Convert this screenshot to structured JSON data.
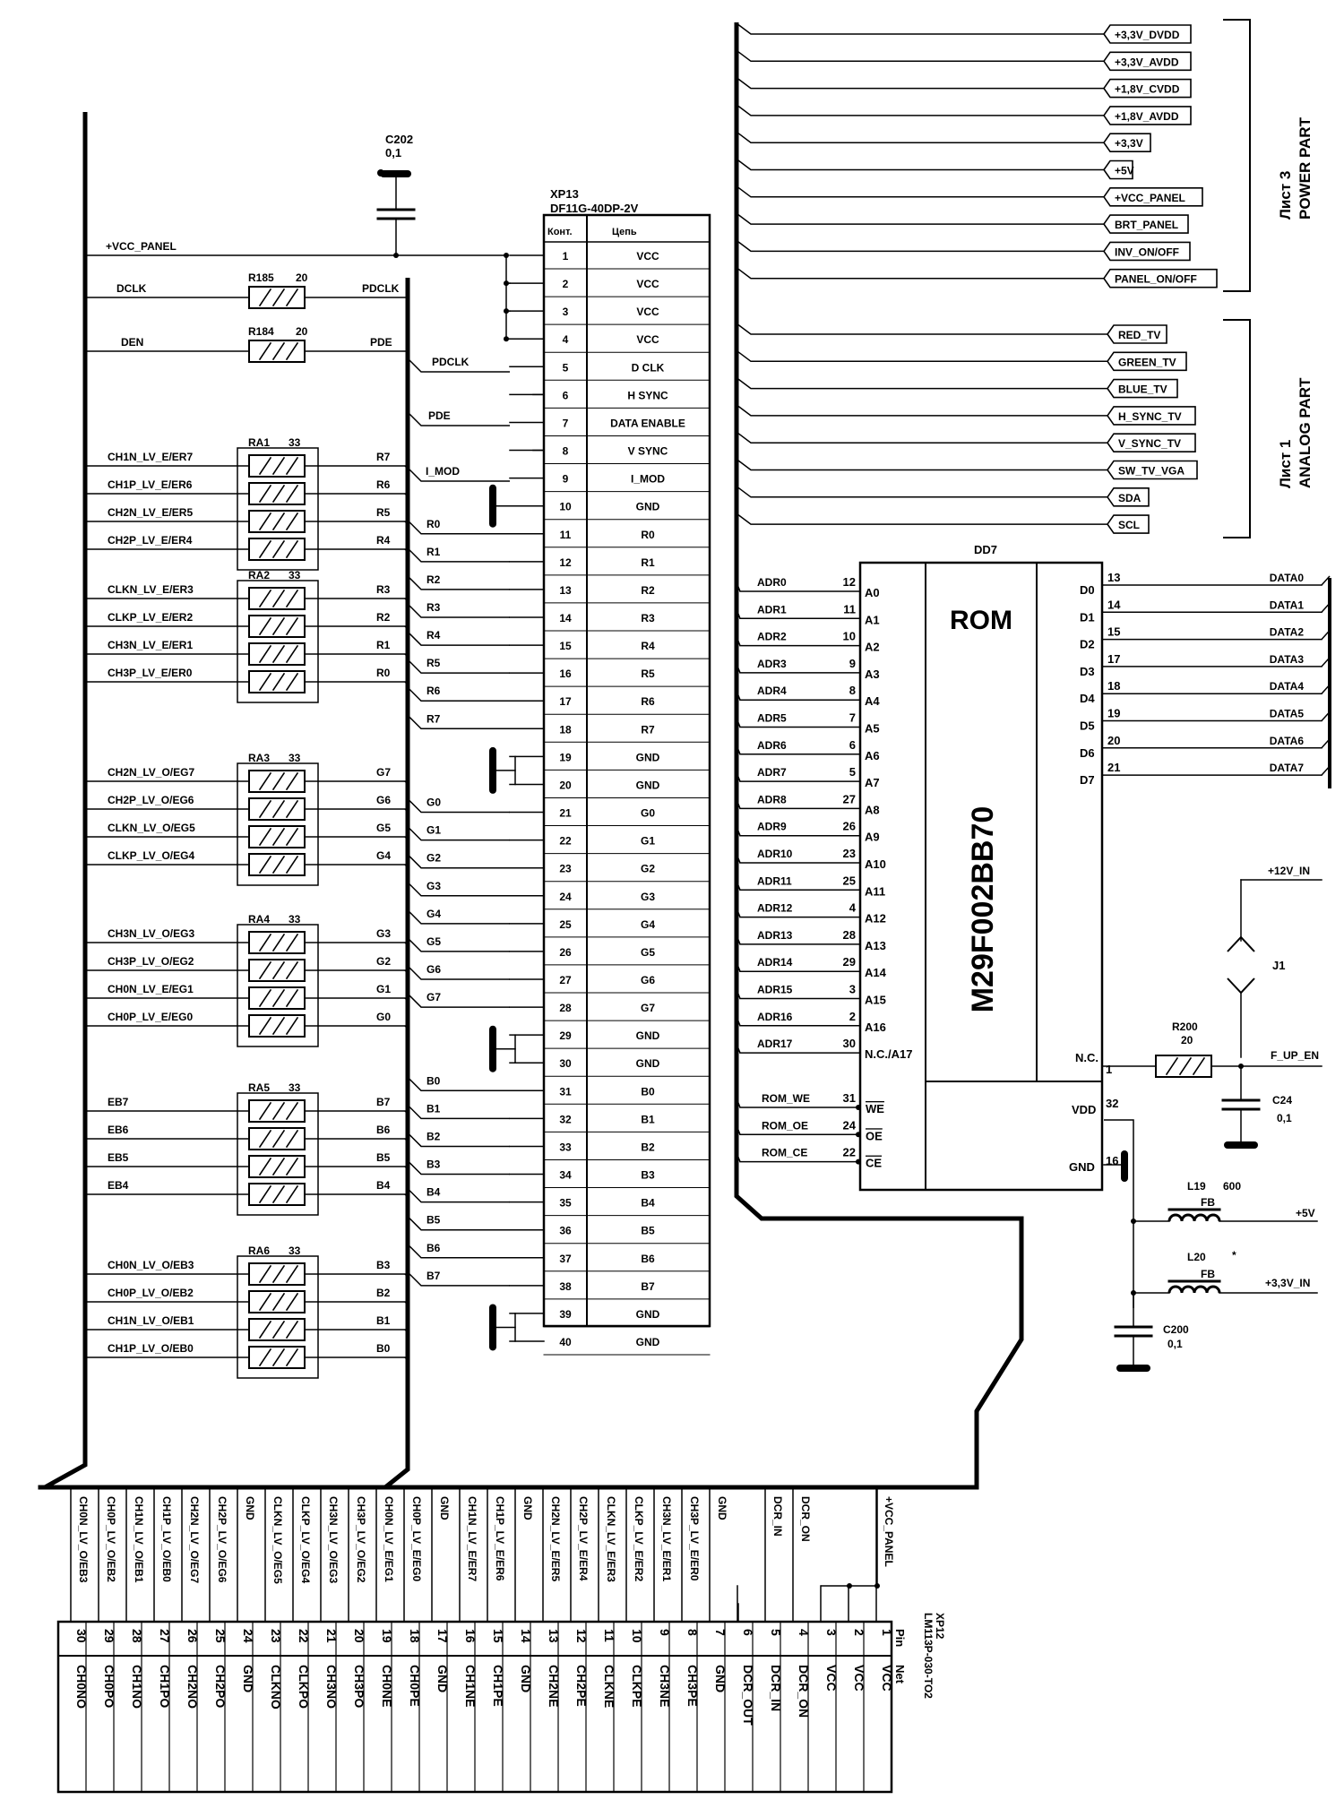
{
  "power_labels": [
    "+3,3V_DVDD",
    "+3,3V_AVDD",
    "+1,8V_CVDD",
    "+1,8V_AVDD",
    "+3,3V",
    "+5V",
    "+VCC_PANEL",
    "BRT_PANEL",
    "INV_ON/OFF",
    "PANEL_ON/OFF"
  ],
  "power_group": [
    "Лист 3",
    "POWER PART"
  ],
  "analog_labels": [
    "RED_TV",
    "GREEN_TV",
    "BLUE_TV",
    "H_SYNC_TV",
    "V_SYNC_TV",
    "SW_TV_VGA",
    "SDA",
    "SCL"
  ],
  "analog_group": [
    "Лист 1",
    "ANALOG PART"
  ],
  "c202": {
    "ref": "C202",
    "value": "0,1"
  },
  "xp13": {
    "ref": "XP13",
    "type": "DF11G-40DP-2V",
    "head_pin": "Конт.",
    "head_net": "Цепь",
    "pins": [
      "VCC",
      "VCC",
      "VCC",
      "VCC",
      "D CLK",
      "H SYNC",
      "DATA ENABLE",
      "V SYNC",
      "I_MOD",
      "GND",
      "R0",
      "R1",
      "R2",
      "R3",
      "R4",
      "R5",
      "R6",
      "R7",
      "GND",
      "GND",
      "G0",
      "G1",
      "G2",
      "G3",
      "G4",
      "G5",
      "G6",
      "G7",
      "GND",
      "GND",
      "B0",
      "B1",
      "B2",
      "B3",
      "B4",
      "B5",
      "B6",
      "B7",
      "GND",
      "GND"
    ],
    "pin_numbers": [
      "1",
      "2",
      "3",
      "4",
      "5",
      "6",
      "7",
      "8",
      "9",
      "10",
      "11",
      "12",
      "13",
      "14",
      "15",
      "16",
      "17",
      "18",
      "19",
      "20",
      "21",
      "22",
      "23",
      "24",
      "25",
      "26",
      "27",
      "28",
      "29",
      "30",
      "31",
      "32",
      "33",
      "34",
      "35",
      "36",
      "37",
      "38",
      "39",
      "40"
    ]
  },
  "left_nets": {
    "vcc_panel": "+VCC_PANEL",
    "dclk": "DCLK",
    "den": "DEN",
    "pdclk": "PDCLK",
    "pde": "PDE",
    "pdclk2": "PDCLK",
    "pde2": "PDE",
    "imod": "I_MOD"
  },
  "resistors": [
    {
      "ref": "R185",
      "value": "20"
    },
    {
      "ref": "R184",
      "value": "20"
    }
  ],
  "arrays": [
    {
      "ref": "RA1",
      "value": "33",
      "in": [
        "CH1N_LV_E/ER7",
        "CH1P_LV_E/ER6",
        "CH2N_LV_E/ER5",
        "CH2P_LV_E/ER4"
      ],
      "out": [
        "R7",
        "R6",
        "R5",
        "R4"
      ]
    },
    {
      "ref": "RA2",
      "value": "33",
      "in": [
        "CLKN_LV_E/ER3",
        "CLKP_LV_E/ER2",
        "CH3N_LV_E/ER1",
        "CH3P_LV_E/ER0"
      ],
      "out": [
        "R3",
        "R2",
        "R1",
        "R0"
      ]
    },
    {
      "ref": "RA3",
      "value": "33",
      "in": [
        "CH2N_LV_O/EG7",
        "CH2P_LV_O/EG6",
        "CLKN_LV_O/EG5",
        "CLKP_LV_O/EG4"
      ],
      "out": [
        "G7",
        "G6",
        "G5",
        "G4"
      ]
    },
    {
      "ref": "RA4",
      "value": "33",
      "in": [
        "CH3N_LV_O/EG3",
        "CH3P_LV_O/EG2",
        "CH0N_LV_E/EG1",
        "CH0P_LV_E/EG0"
      ],
      "out": [
        "G3",
        "G2",
        "G1",
        "G0"
      ]
    },
    {
      "ref": "RA5",
      "value": "33",
      "in": [
        "EB7",
        "EB6",
        "EB5",
        "EB4"
      ],
      "out": [
        "B7",
        "B6",
        "B5",
        "B4"
      ]
    },
    {
      "ref": "RA6",
      "value": "33",
      "in": [
        "CH0N_LV_O/EB3",
        "CH0P_LV_O/EB2",
        "CH1N_LV_O/EB1",
        "CH1P_LV_O/EB0"
      ],
      "out": [
        "B3",
        "B2",
        "B1",
        "B0"
      ]
    }
  ],
  "mid_nets": [
    "R0",
    "R1",
    "R2",
    "R3",
    "R4",
    "R5",
    "R6",
    "R7",
    "G0",
    "G1",
    "G2",
    "G3",
    "G4",
    "G5",
    "G6",
    "G7",
    "B0",
    "B1",
    "B2",
    "B3",
    "B4",
    "B5",
    "B6",
    "B7"
  ],
  "rom": {
    "ref": "DD7",
    "title": "ROM",
    "part": "M29F002BB70",
    "addr_nets": [
      "ADR0",
      "ADR1",
      "ADR2",
      "ADR3",
      "ADR4",
      "ADR5",
      "ADR6",
      "ADR7",
      "ADR8",
      "ADR9",
      "ADR10",
      "ADR11",
      "ADR12",
      "ADR13",
      "ADR14",
      "ADR15",
      "ADR16",
      "ADR17"
    ],
    "addr_pins": [
      "12",
      "11",
      "10",
      "9",
      "8",
      "7",
      "6",
      "5",
      "27",
      "26",
      "23",
      "25",
      "4",
      "28",
      "29",
      "3",
      "2",
      "30"
    ],
    "addr_names": [
      "A0",
      "A1",
      "A2",
      "A3",
      "A4",
      "A5",
      "A6",
      "A7",
      "A8",
      "A9",
      "A10",
      "A11",
      "A12",
      "A13",
      "A14",
      "A15",
      "A16",
      "N.C./A17"
    ],
    "ctrl_nets": [
      "ROM_WE",
      "ROM_OE",
      "ROM_CE"
    ],
    "ctrl_pins": [
      "31",
      "24",
      "22"
    ],
    "ctrl_names": [
      "WE",
      "OE",
      "CE"
    ],
    "data_names": [
      "D0",
      "D1",
      "D2",
      "D3",
      "D4",
      "D5",
      "D6",
      "D7"
    ],
    "data_pins": [
      "13",
      "14",
      "15",
      "17",
      "18",
      "19",
      "20",
      "21"
    ],
    "data_nets": [
      "DATA0",
      "DATA1",
      "DATA2",
      "DATA3",
      "DATA4",
      "DATA5",
      "DATA6",
      "DATA7"
    ],
    "nc": "N.C.",
    "nc_pin": "1",
    "vdd": "VDD",
    "vdd_pin": "32",
    "gnd": "GND",
    "gnd_pin": "16"
  },
  "right_parts": {
    "v12": "+12V_IN",
    "j1": "J1",
    "r200": "R200",
    "r200_val": "20",
    "fupen": "F_UP_EN",
    "c24": "C24",
    "c24_val": "0,1",
    "l19": "L19",
    "l19_val": "600",
    "fb1": "FB",
    "v5": "+5V",
    "l20": "L20",
    "l20_val": "*",
    "fb2": "FB",
    "v33in": "+3,3V_IN",
    "c200": "C200",
    "c200_val": "0,1"
  },
  "xp12": {
    "ref": "XP12",
    "type": "LM113P-030-TO2",
    "head_pin": "Pin",
    "head_net": "Net",
    "pins": [
      "1",
      "2",
      "3",
      "4",
      "5",
      "6",
      "7",
      "8",
      "9",
      "10",
      "11",
      "12",
      "13",
      "14",
      "15",
      "16",
      "17",
      "18",
      "19",
      "20",
      "21",
      "22",
      "23",
      "24",
      "25",
      "26",
      "27",
      "28",
      "29",
      "30"
    ],
    "nets": [
      "VCC",
      "VCC",
      "VCC",
      "DCR_ON",
      "DCR_IN",
      "DCR_OUT",
      "GND",
      "CH3PE",
      "CH3NE",
      "CLKPE",
      "CLKNE",
      "CH2PE",
      "CH2NE",
      "GND",
      "CH1PE",
      "CH1NE",
      "GND",
      "CH0PE",
      "CH0NE",
      "CH3PO",
      "CH3NO",
      "CLKPO",
      "CLKNO",
      "GND",
      "CH2PO",
      "CH2NO",
      "CH1PO",
      "CH1NO",
      "CH0PO",
      "CH0NO"
    ],
    "bus_labels": [
      "+VCC_PANEL",
      "",
      "",
      "DCR_ON",
      "DCR_IN",
      "",
      "GND",
      "CH3P_LV_E/ER0",
      "CH3N_LV_E/ER1",
      "CLKP_LV_E/ER2",
      "CLKN_LV_E/ER3",
      "CH2P_LV_E/ER4",
      "CH2N_LV_E/ER5",
      "GND",
      "CH1P_LV_E/ER6",
      "CH1N_LV_E/ER7",
      "GND",
      "CH0P_LV_E/EG0",
      "CH0N_LV_E/EG1",
      "CH3P_LV_O/EG2",
      "CH3N_LV_O/EG3",
      "CLKP_LV_O/EG4",
      "CLKN_LV_O/EG5",
      "GND",
      "CH2P_LV_O/EG6",
      "CH2N_LV_O/EG7",
      "CH1P_LV_O/EB0",
      "CH1N_LV_O/EB1",
      "CH0P_LV_O/EB2",
      "CH0N_LV_O/EB3"
    ]
  }
}
